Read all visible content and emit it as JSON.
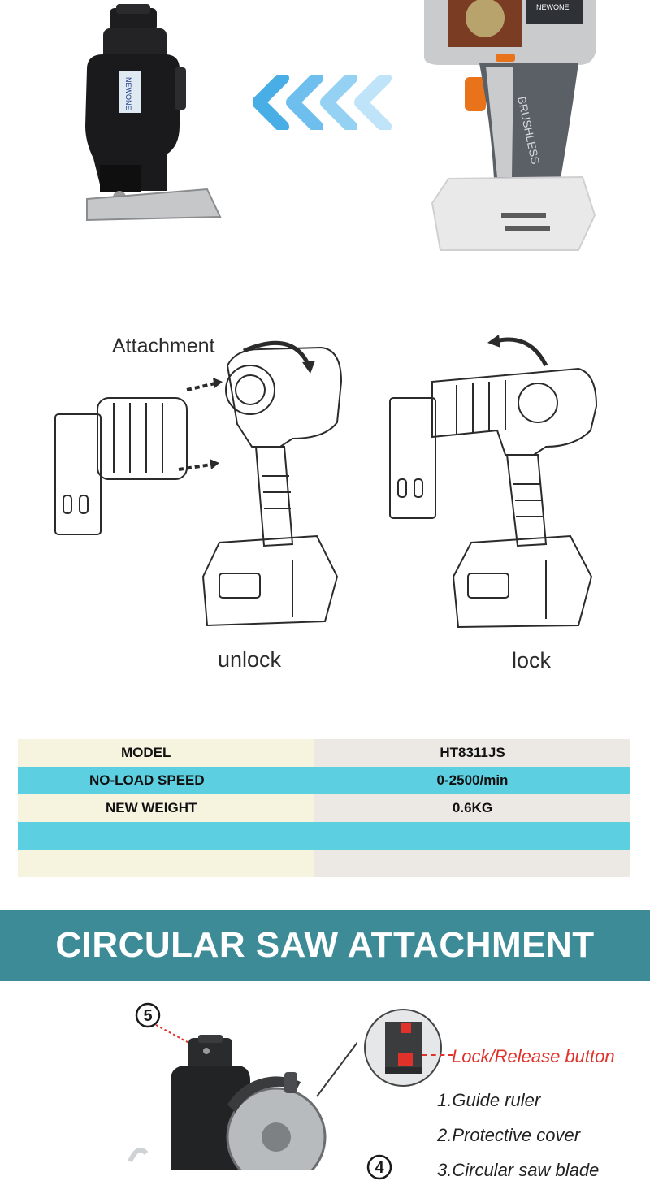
{
  "diagram_labels": {
    "attachment": "Attachment",
    "unlock": "unlock",
    "lock": "lock"
  },
  "product_image_text": {
    "brand_on_attachment": "NEWONE",
    "brand_on_tool": "NEWONE",
    "tool_side_text": "BRUSHLESS"
  },
  "specs": {
    "rows": [
      {
        "label": "MODEL",
        "value": "HT8311JS"
      },
      {
        "label": "NO-LOAD SPEED",
        "value": "0-2500/min"
      },
      {
        "label": "NEW WEIGHT",
        "value": "0.6KG"
      },
      {
        "label": "",
        "value": ""
      },
      {
        "label": "",
        "value": ""
      }
    ]
  },
  "banner": {
    "title": "CIRCULAR SAW ATTACHMENT"
  },
  "saw_callouts": {
    "marker_5": "5",
    "marker_4": "4",
    "lock_release": "Lock/Release button",
    "parts": [
      "1.Guide ruler",
      "2.Protective cover",
      "3.Circular saw blade"
    ]
  },
  "colors": {
    "arrow_blue": "#4aaee6",
    "row_cream": "#f6f3df",
    "row_grey": "#ece9e4",
    "row_cyan": "#5ccfe0",
    "banner_teal": "#3d8b96",
    "callout_red": "#e0312a"
  }
}
